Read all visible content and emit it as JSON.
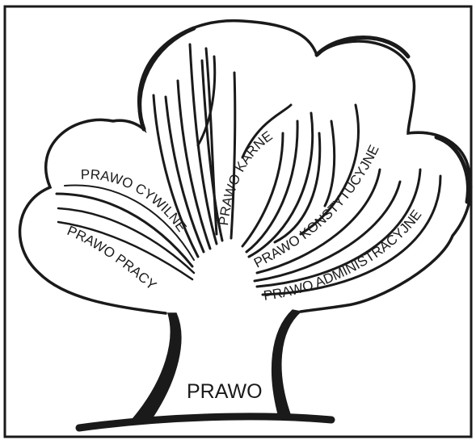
{
  "diagram": {
    "trunk_label": "PRAWO",
    "branches": [
      {
        "id": "cywilne",
        "label": "PRAWO CYWILNE"
      },
      {
        "id": "pracy",
        "label": "PRAWO PRACY"
      },
      {
        "id": "karne",
        "label": "PRAWO KARNE"
      },
      {
        "id": "konstytucyjne",
        "label": "PRAWO KONSTYTUCYJNE"
      },
      {
        "id": "administracyjne",
        "label": "PRAWO ADMINISTRACYJNE"
      }
    ],
    "colors": {
      "ink": "#1a1a1a",
      "background": "#ffffff"
    }
  }
}
